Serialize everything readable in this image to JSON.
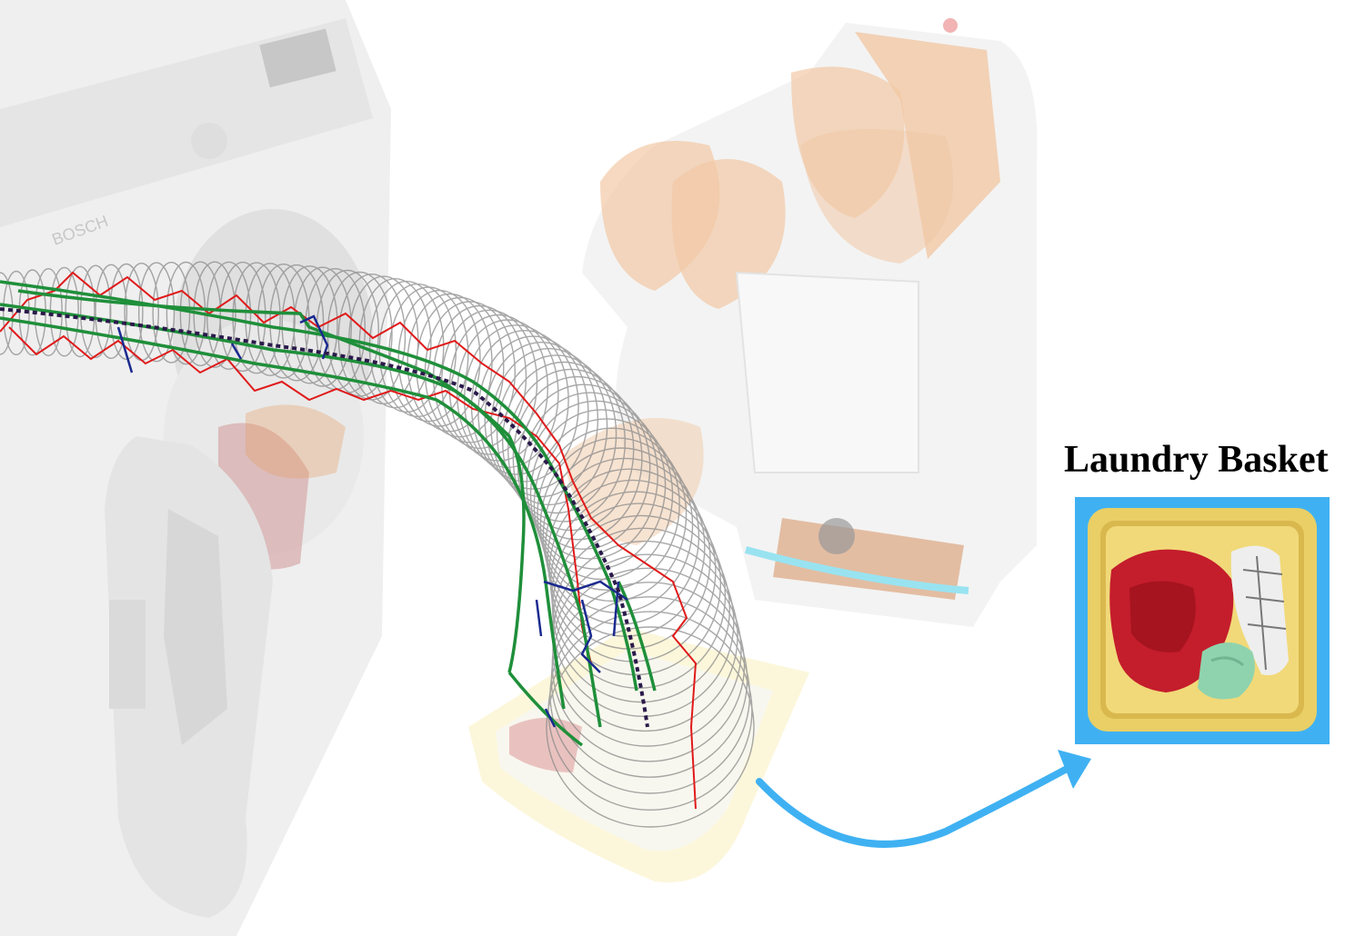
{
  "caption": {
    "label": "Laundry Basket"
  },
  "colors": {
    "arrow": "#3fb1f2",
    "panel_border": "#3fb1f2",
    "trajectory_red": "#e01a1a",
    "trajectory_green": "#1f8f3a",
    "trajectory_blue": "#1a2a8f",
    "trajectory_dark": "#2a1a4a",
    "robot_accent": "#e8a46a",
    "robot_body": "#ececec",
    "tube_outline": "#8a8a8a"
  },
  "icons": {
    "arrow": "curved-arrow-icon",
    "washing_machine": "washing-machine-illustration",
    "robot": "robot-arm-illustration",
    "basket": "laundry-basket-photo"
  }
}
